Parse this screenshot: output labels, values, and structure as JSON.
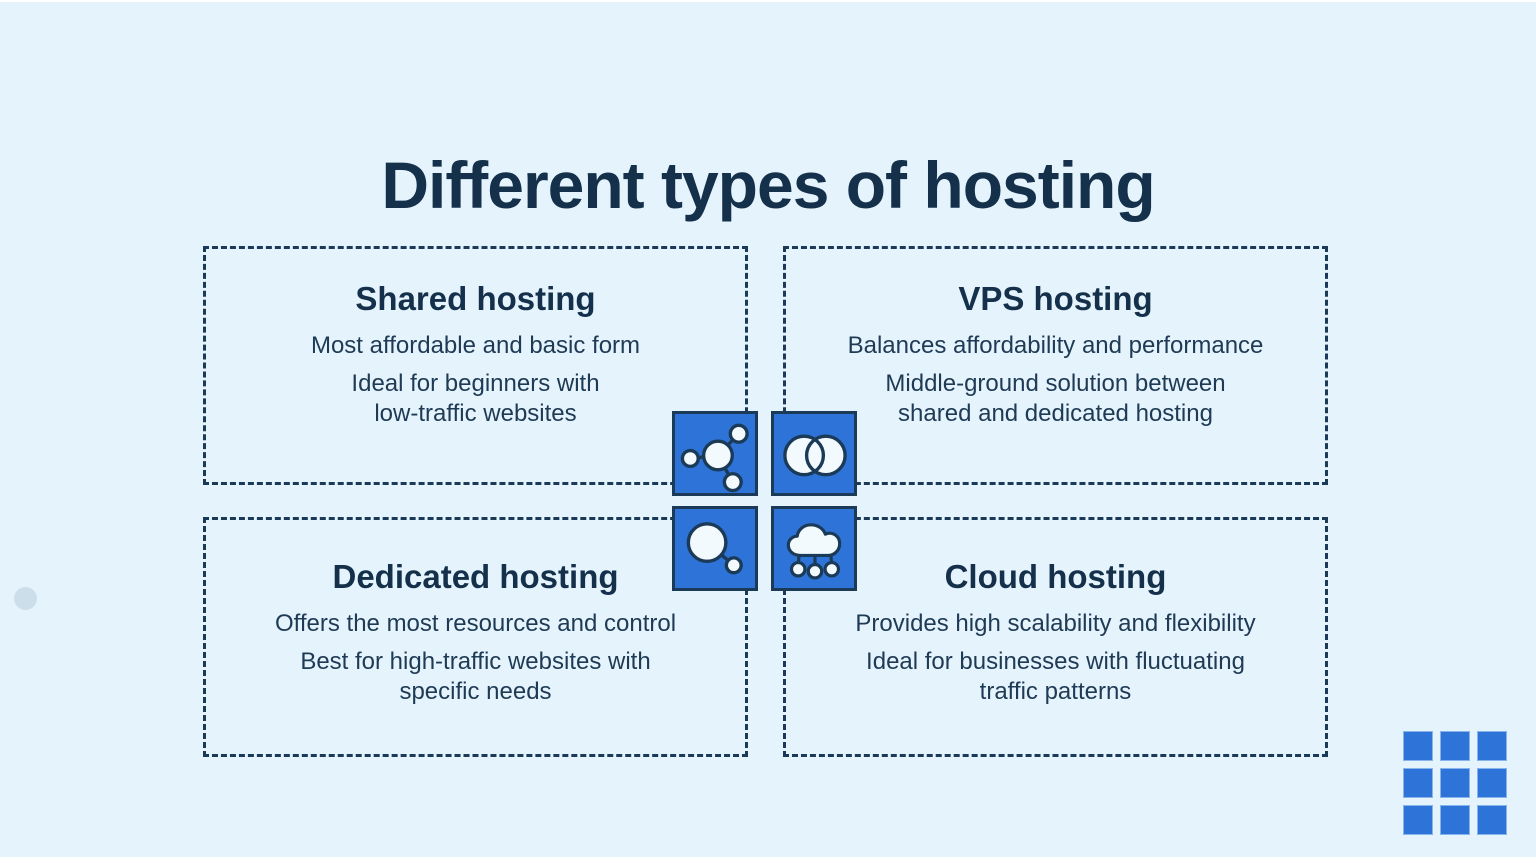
{
  "title": "Different types of hosting",
  "colors": {
    "background": "#e4f3fc",
    "navy_text": "#14304a",
    "body_text": "#1e3a54",
    "dashed_border": "#1b3a57",
    "accent_blue": "#2e73d8",
    "icon_shape_fill": "#f3fafe"
  },
  "quadrants": [
    {
      "id": "shared",
      "heading": "Shared hosting",
      "p1": "Most affordable and basic form",
      "p2_line1": "Ideal for beginners with",
      "p2_line2": "low-traffic websites",
      "icon": "share-network-icon"
    },
    {
      "id": "vps",
      "heading": "VPS hosting",
      "p1": "Balances affordability and performance",
      "p2_line1": "Middle-ground solution between",
      "p2_line2": "shared and dedicated hosting",
      "icon": "venn-overlap-icon"
    },
    {
      "id": "dedicated",
      "heading": "Dedicated hosting",
      "p1": "Offers the most resources and control",
      "p2_line1": "Best for high-traffic websites with",
      "p2_line2": "specific needs",
      "icon": "node-link-icon"
    },
    {
      "id": "cloud",
      "heading": "Cloud hosting",
      "p1": "Provides high scalability and flexibility",
      "p2_line1": "Ideal for businesses with fluctuating",
      "p2_line2": "traffic patterns",
      "icon": "cloud-network-icon"
    }
  ],
  "decor": {
    "logo_grid": {
      "rows": 3,
      "cols": 3,
      "square_color": "#2e73d8"
    }
  }
}
